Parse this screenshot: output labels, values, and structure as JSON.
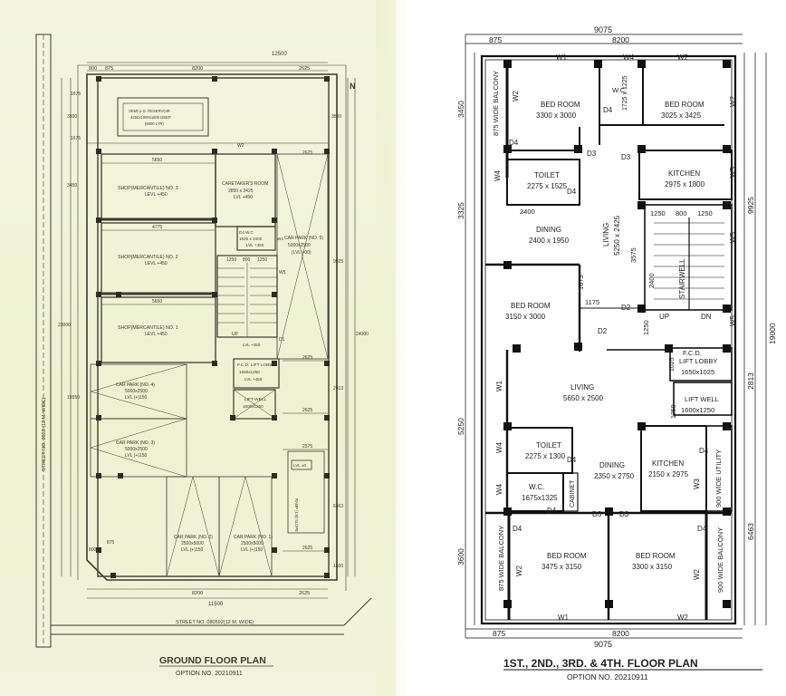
{
  "ground": {
    "title": "GROUND FLOOR PLAN",
    "option": "OPTION NO. 20210911",
    "street_left": "STREET NO. 0592 (12 M. WIDE)",
    "street_bottom": "STREET NO. 080592(12 M. WIDE)",
    "north": "N",
    "dims": {
      "top_total": "12500",
      "top_a": "800",
      "top_b": "875",
      "top_c": "8200",
      "top_d": "2625",
      "bot_a": "875",
      "bot_b": "8200",
      "bot_c": "2625",
      "bot_total": "11500",
      "left_1": "1675",
      "left_2": "3500",
      "left_3": "1675",
      "left_4": "3450",
      "left_total": "23000",
      "left_5": "15550",
      "right_1": "3500",
      "right_total": "24000",
      "right_2": "9925",
      "right_3": "2813",
      "right_4": "6463",
      "right_5": "1500",
      "row_5650": "5650",
      "row_4775": "4775",
      "row_5650b": "5650",
      "col_2625": "2625",
      "lobby_1250": "1250",
      "lobby_800": "800",
      "lobby_1250b": "1250",
      "w5": "W5",
      "w2": "W2",
      "w4": "W4",
      "d1": "D1",
      "mid_2625": "2625",
      "mid_2625b": "2625",
      "mid_2375": "2375",
      "bot_2625": "2625",
      "bot_800": "800"
    },
    "rooms": {
      "tank": "SEMI U.G. RESERVOIR",
      "tank_size": "4250x1000x1800 DEEP",
      "tank_cap": "(5000 LTR)",
      "shop1": "SHOP(MERCANTILE) NO. 3",
      "shop1_lvl": "LEVL +450",
      "shop2": "SHOP(MERCANTILE) NO. 2",
      "shop2_lvl": "LEVL +450",
      "shop3": "SHOP(MERCANTILE) NO. 1",
      "shop3_lvl": "LEVL +450",
      "caretaker": "CARETAKER'S ROOM",
      "caretaker_size": "2850 x 3425",
      "caretaker_lvl": "LVL +450",
      "wc": "D4  W.C",
      "wc_size": "1825 x 1000",
      "wc_lvl": "LVL +450",
      "cp5": "CAR PARK (NO. 5)",
      "cp5_size": "5000x2500",
      "cp5_lvl": "(LVL +00)",
      "cp4": "CAR PARK (NO. 4)",
      "cp4_size": "5000x2500",
      "cp4_lvl": "LVL (+)150",
      "cp3": "CAR PARK (NO. 3)",
      "cp3_size": "5000x2500",
      "cp3_lvl": "LVL (+)150",
      "cp2": "CAR PARK (NO. 2)",
      "cp2_size": "2500x5000",
      "cp2_lvl": "LVL (+)150",
      "cp1": "CAR PARK (NO. 1)",
      "cp1_size": "2500x5000",
      "cp1_lvl": "LVL (+)150",
      "lobby": "F.C.D. LIFT LOBBY",
      "lobby_size": "1650x1250",
      "lobby_lvl": "LVL +450",
      "liftwell": "LIFT WELL",
      "liftwell_size": "1600x1250",
      "up": "UP",
      "lvl": "LVL +450",
      "lvl_box": "LVL ±0",
      "ramp": "RAMP (1:8) SLOPE"
    }
  },
  "upper": {
    "title": "1ST., 2ND., 3RD. & 4TH. FLOOR PLAN",
    "option": "OPTION NO. 20210911",
    "dims": {
      "top_total": "9075",
      "top_a": "875",
      "top_b": "8200",
      "bot_a": "875",
      "bot_b": "8200",
      "bot_total": "9075",
      "left_1": "3450",
      "left_2": "3325",
      "left_3": "5250",
      "left_4": "3600",
      "right_1": "9925",
      "right_2": "19000",
      "right_3": "2813",
      "right_4": "6463",
      "d2400": "2400",
      "d1675": "1675",
      "d1175": "1175",
      "d3575": "3575",
      "d2400b": "2400",
      "d1250a": "1250",
      "d800": "800",
      "d1250b": "1250",
      "d1250c": "1250",
      "d1250d": "1250",
      "d1025": "1025"
    },
    "tags": {
      "w1a": "W1",
      "w4a": "W4",
      "w2a": "W2",
      "w2b": "W2",
      "w2c": "W2",
      "w5a": "W5",
      "w5b": "W5",
      "w5c": "W5",
      "d4a": "D4",
      "d3a": "D3",
      "d3b": "D3",
      "d4b": "D4",
      "w4b": "W4",
      "d2a": "D2",
      "d2b": "D2",
      "w1b": "W1",
      "w4c": "W4",
      "w4d": "W4",
      "d4c": "D4",
      "d3c": "D3",
      "d3d": "D3",
      "d4d": "D4",
      "d4e": "D4",
      "w3": "W3",
      "w2d": "W2",
      "w2e": "W2",
      "w1c": "W1",
      "w2f": "W2",
      "d4f": "D4",
      "d4g": "D4",
      "w1d": "W1"
    },
    "rooms": {
      "balc1": "875 WIDE BALCONY",
      "bed1": "BED ROOM",
      "bed1_size": "3300 x 3000",
      "wc1": "W.C",
      "wc1_size": "1725 x 1225",
      "bed2": "BED ROOM",
      "bed2_size": "3025 x 3425",
      "toilet1": "TOILET",
      "toilet1_size": "2275 x 1525",
      "kitchen1": "KITCHEN",
      "kitchen1_size": "2975 x 1800",
      "dining1": "DINING",
      "dining1_size": "2400 x 1950",
      "living1": "LIVING",
      "living1_size": "5250 x 2425",
      "bed3": "BED ROOM",
      "bed3_size": "3150 x 3000",
      "stairwell": "STAIRWELL",
      "up": "UP",
      "dn": "DN",
      "fcd": "F.C.D.",
      "liftlobby": "LIFT LOBBY",
      "liftlobby_size": "1650x1025",
      "liftwell": "LIFT WELL",
      "liftwell_size": "1600x1250",
      "living2": "LIVING",
      "living2_size": "5650 x 2500",
      "toilet2": "TOILET",
      "toilet2_size": "2275 x 1300",
      "dining2": "DINING",
      "dining2_size": "2350 x 2750",
      "kitchen2": "KITCHEN",
      "kitchen2_size": "2150 x 2975",
      "utility": "900 WIDE UTILITY",
      "wc2": "W.C.",
      "wc2_size": "1675x1325",
      "cabinet": "CABINET",
      "balc2": "875 WIDE BALCONY",
      "bed4": "BED ROOM",
      "bed4_size": "3475 x 3150",
      "bed5": "BED ROOM",
      "bed5_size": "3300 x 3150",
      "balc3": "900 WIDE BALCONY"
    }
  }
}
